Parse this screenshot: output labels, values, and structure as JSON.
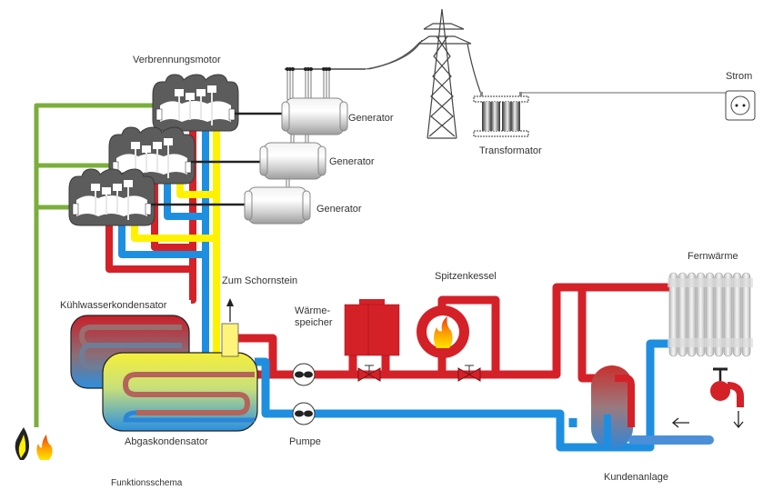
{
  "diagram": {
    "caption": "Funktionsschema",
    "colors": {
      "hot_water": "#d42128",
      "cold_water": "#1e8fe0",
      "exhaust": "#fff200",
      "gas": "#7cae3c",
      "engine": "#5a5a5a",
      "generator": "#d9d9d9",
      "outline": "#222222"
    },
    "labels": {
      "engine": "Verbrennungsmotor",
      "generator_1": "Generator",
      "generator_2": "Generator",
      "generator_3": "Generator",
      "transformer": "Transformator",
      "power": "Strom",
      "district_heat": "Fernwärme",
      "peak_boiler": "Spitzenkessel",
      "storage_line1": "Wärme-",
      "storage_line2": "speicher",
      "chimney": "Zum Schornstein",
      "coolant_condenser": "Kühlwasserkondensator",
      "exhaust_condenser": "Abgaskondensator",
      "pump": "Pumpe",
      "customer_station": "Kundenanlage"
    },
    "components": [
      {
        "id": "engine",
        "icon": "engine-icon",
        "count": 3
      },
      {
        "id": "generator",
        "icon": "generator-icon",
        "count": 3
      },
      {
        "id": "pylon",
        "icon": "power-pylon-icon"
      },
      {
        "id": "transformer",
        "icon": "transformer-icon"
      },
      {
        "id": "socket",
        "icon": "power-socket-icon"
      },
      {
        "id": "radiator",
        "icon": "radiator-icon"
      },
      {
        "id": "tap",
        "icon": "water-tap-icon"
      },
      {
        "id": "boiler",
        "icon": "flame-icon"
      },
      {
        "id": "storage",
        "icon": "storage-tank-icon"
      },
      {
        "id": "pumps",
        "icon": "pump-icon",
        "count": 2
      },
      {
        "id": "valves",
        "icon": "valve-icon",
        "count": 2
      },
      {
        "id": "fuels",
        "icon": "gas-flame-icon",
        "count": 2
      }
    ]
  }
}
